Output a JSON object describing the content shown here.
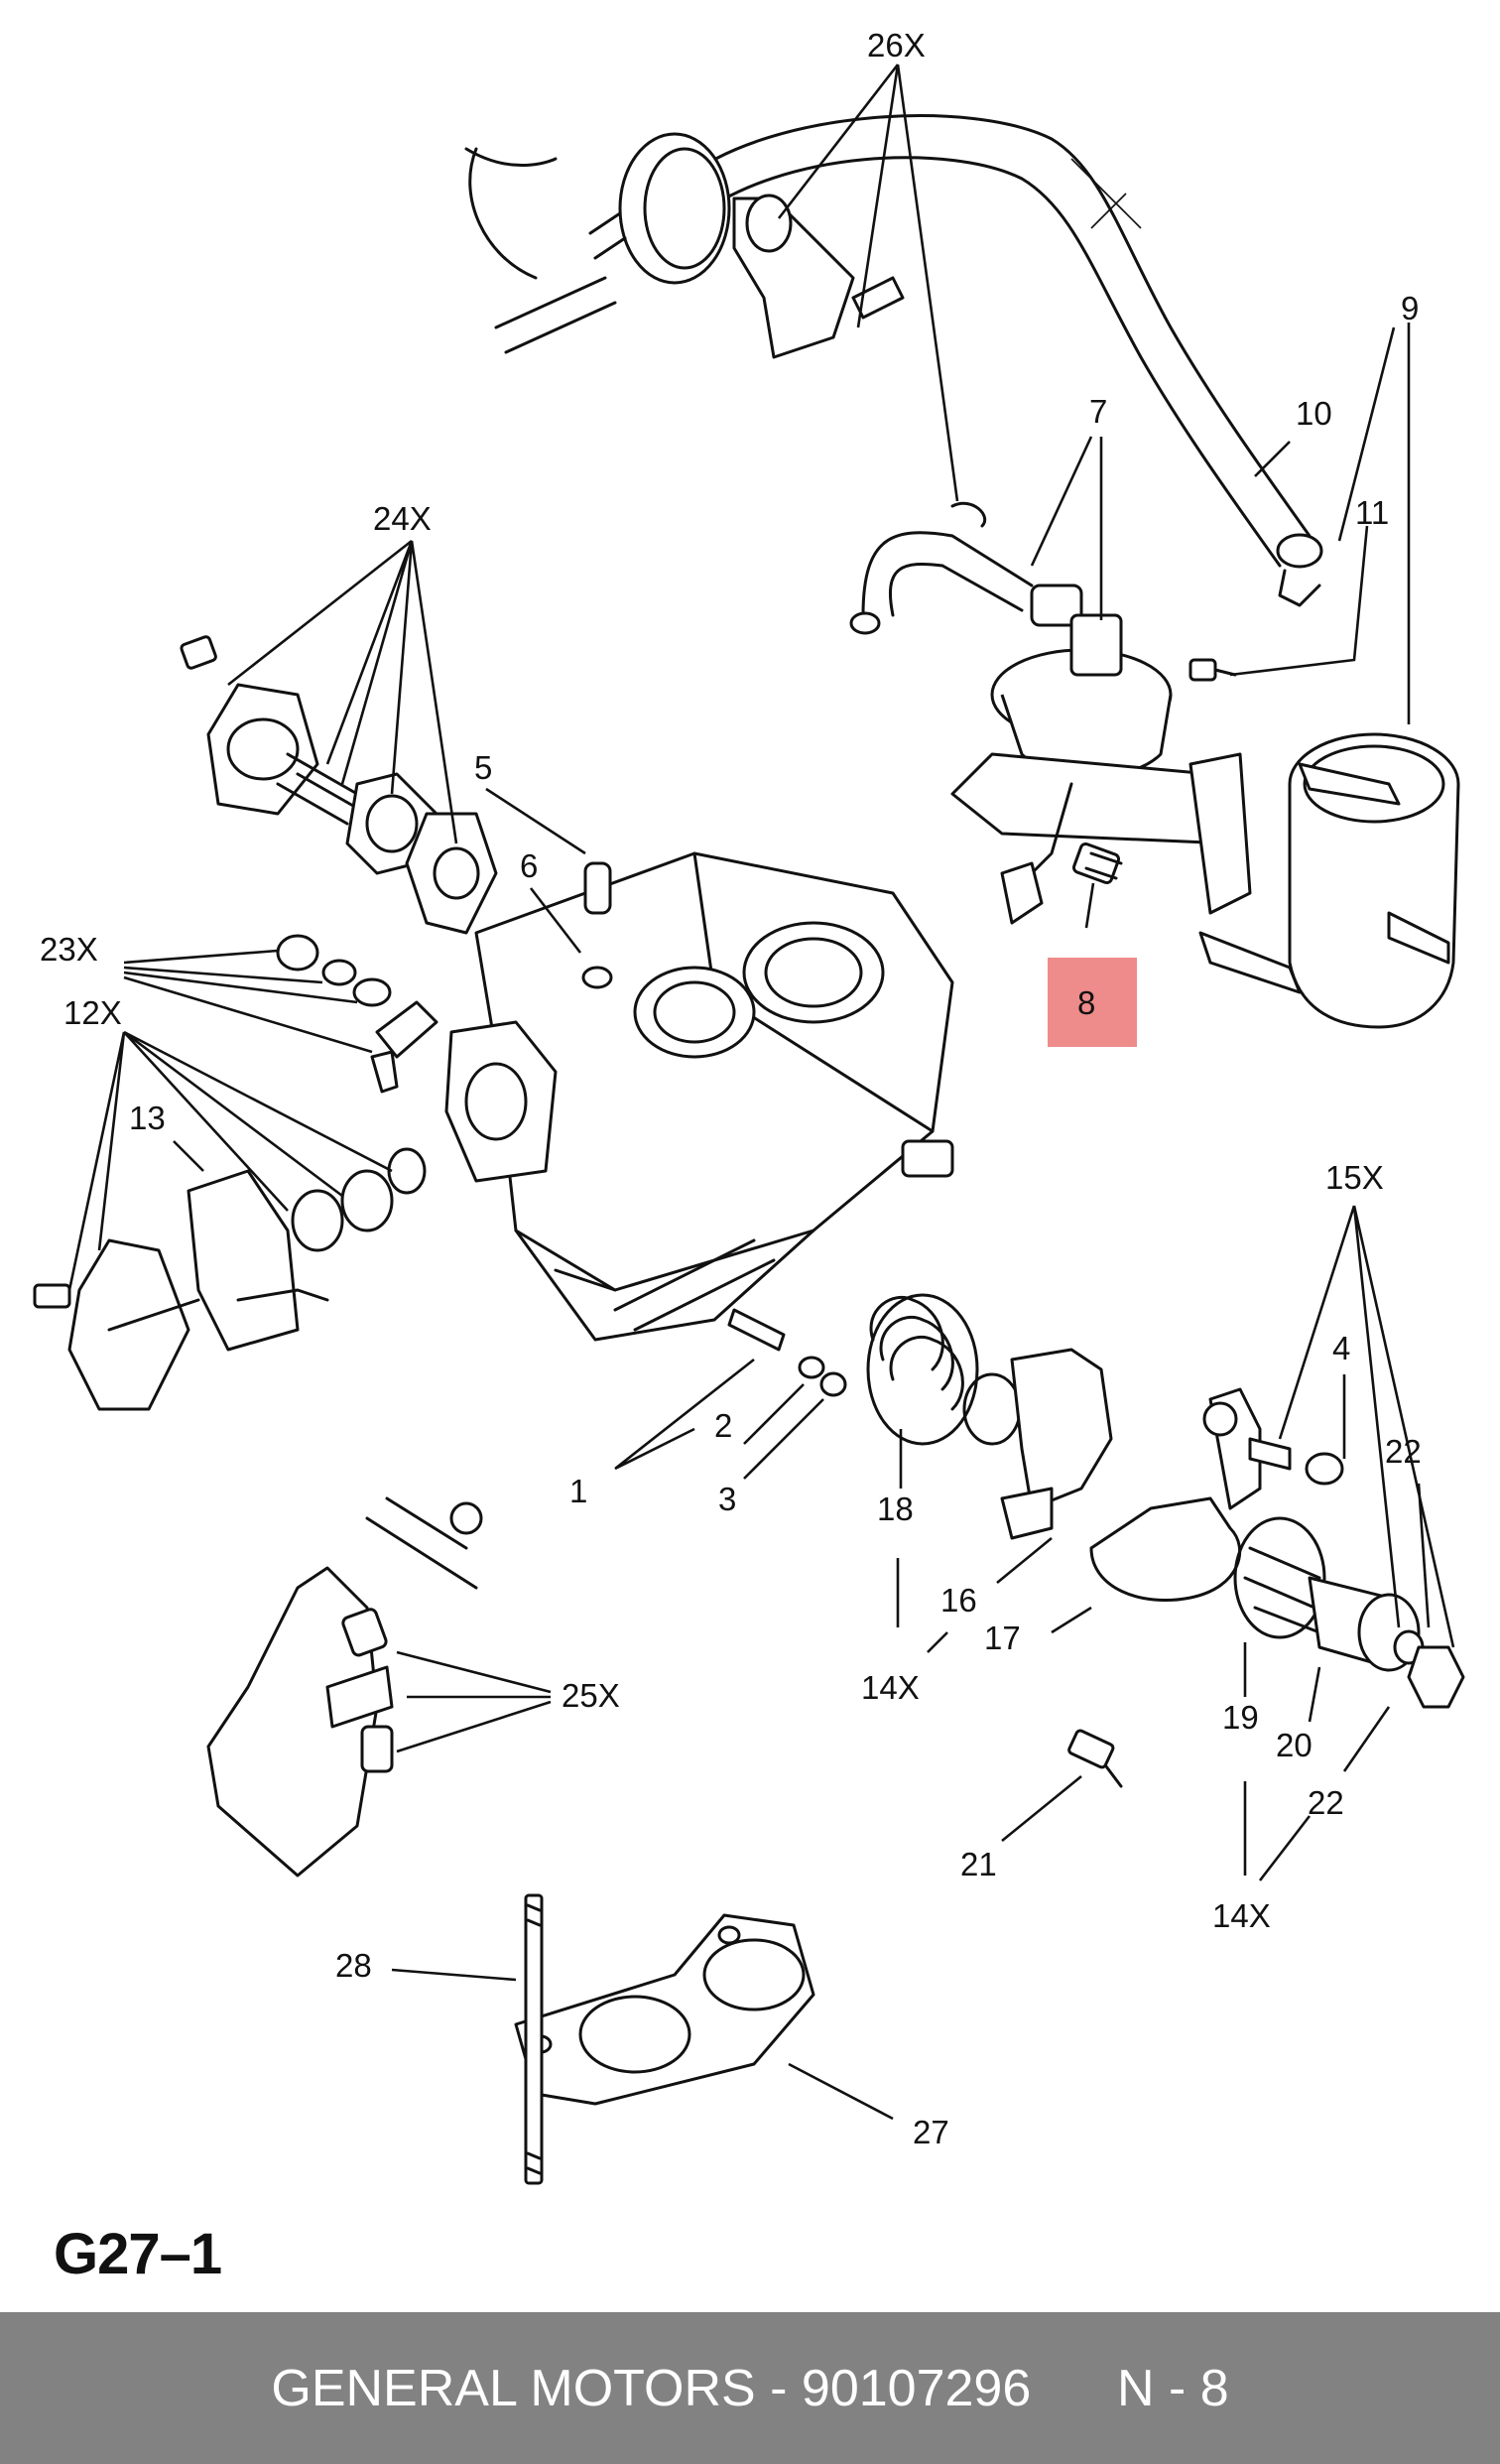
{
  "diagram": {
    "code": "G27–1",
    "labels": [
      {
        "id": "26X",
        "text": "26X"
      },
      {
        "id": "9",
        "text": "9"
      },
      {
        "id": "10",
        "text": "10"
      },
      {
        "id": "7",
        "text": "7"
      },
      {
        "id": "11",
        "text": "11"
      },
      {
        "id": "24X",
        "text": "24X"
      },
      {
        "id": "5",
        "text": "5"
      },
      {
        "id": "6",
        "text": "6"
      },
      {
        "id": "8",
        "text": "8"
      },
      {
        "id": "23X",
        "text": "23X"
      },
      {
        "id": "12X",
        "text": "12X"
      },
      {
        "id": "13",
        "text": "13"
      },
      {
        "id": "15X",
        "text": "15X"
      },
      {
        "id": "4",
        "text": "4"
      },
      {
        "id": "22a",
        "text": "22"
      },
      {
        "id": "2",
        "text": "2"
      },
      {
        "id": "1",
        "text": "1"
      },
      {
        "id": "3",
        "text": "3"
      },
      {
        "id": "18",
        "text": "18"
      },
      {
        "id": "16",
        "text": "16"
      },
      {
        "id": "17",
        "text": "17"
      },
      {
        "id": "14Xa",
        "text": "14X"
      },
      {
        "id": "19",
        "text": "19"
      },
      {
        "id": "20",
        "text": "20"
      },
      {
        "id": "22b",
        "text": "22"
      },
      {
        "id": "25X",
        "text": "25X"
      },
      {
        "id": "21",
        "text": "21"
      },
      {
        "id": "14Xb",
        "text": "14X"
      },
      {
        "id": "28",
        "text": "28"
      },
      {
        "id": "27",
        "text": "27"
      }
    ],
    "highlighted_part": "8",
    "highlight_color": "#ee8b8b"
  },
  "footer": {
    "text": "GENERAL MOTORS - 90107296      N - 8",
    "background": "#828282",
    "text_color": "#ffffff"
  }
}
